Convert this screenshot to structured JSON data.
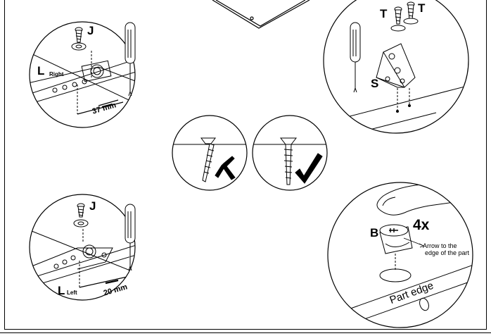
{
  "panel_1": {
    "screw_label": "J",
    "side_letter": "L",
    "side_word": "Right",
    "dimension": "37 mm"
  },
  "panel_2": {
    "screw_label_left": "T",
    "screw_label_right": "T",
    "bracket_label": "S"
  },
  "panel_3": {
    "screw_label": "J",
    "side_letter": "L",
    "side_word": "Left",
    "dimension": "20 mm"
  },
  "panel_4": {
    "part_label": "B",
    "quantity": "4x",
    "arrow_note_line1": "Arrow to the",
    "arrow_note_line2": "edge of the part",
    "edge_label": "Part edge"
  },
  "center": {
    "wrong_mark": "wrong-screw-icon",
    "right_mark": "correct-screw-icon"
  }
}
